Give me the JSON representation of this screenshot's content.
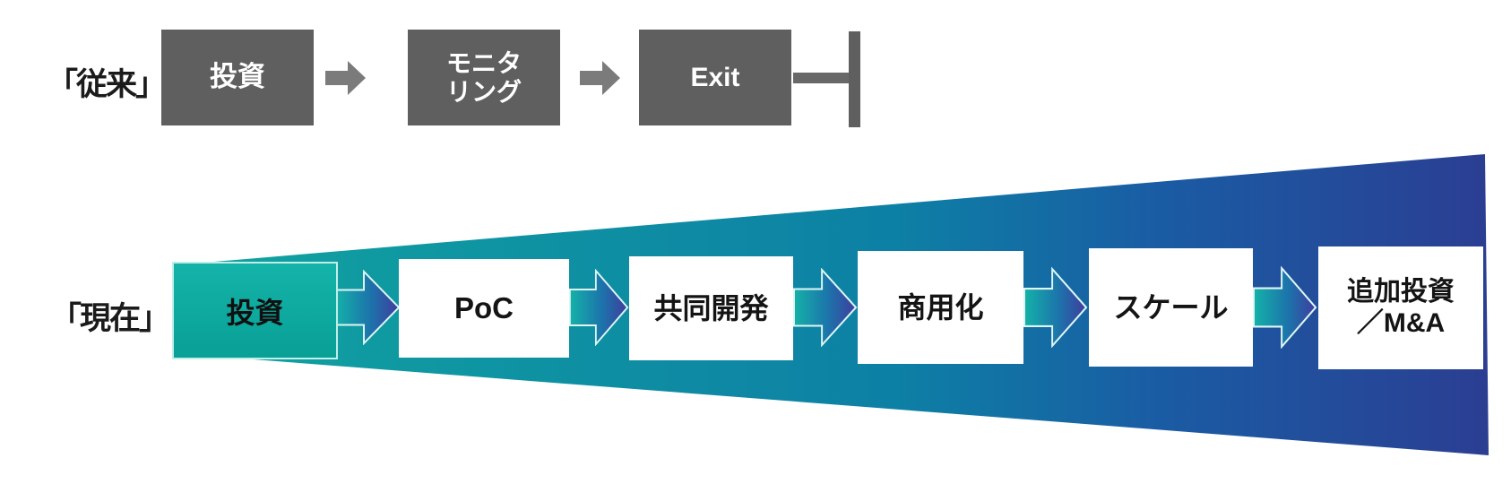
{
  "diagram": {
    "title_note": "投資プロセス比較フロー図",
    "traditional": {
      "row_label": "「従来」",
      "steps": [
        {
          "label": "投資"
        },
        {
          "label": "モニタ\nリング"
        },
        {
          "label": "Exit"
        }
      ],
      "terminator": "end-bar"
    },
    "current": {
      "row_label": "「現在」",
      "steps": [
        {
          "label": "投資"
        },
        {
          "label": "PoC"
        },
        {
          "label": "共同開発"
        },
        {
          "label": "商用化"
        },
        {
          "label": "スケール"
        },
        {
          "label": "追加投資\n／M&A"
        }
      ]
    }
  },
  "colors": {
    "traditional_box": "#5f5f5f",
    "traditional_arrow": "#7b7b7b",
    "current_first_box_teal": "#0caba1",
    "current_box_white": "#ffffff",
    "wedge_gradient_start": "#12a59e",
    "wedge_gradient_mid": "#0d80a5",
    "wedge_gradient_end": "#2b3e92",
    "arrow_gradient_start": "#14b2a8",
    "arrow_gradient_end": "#3f3d9e",
    "text_dark": "#141414",
    "text_light": "#ffffff"
  }
}
